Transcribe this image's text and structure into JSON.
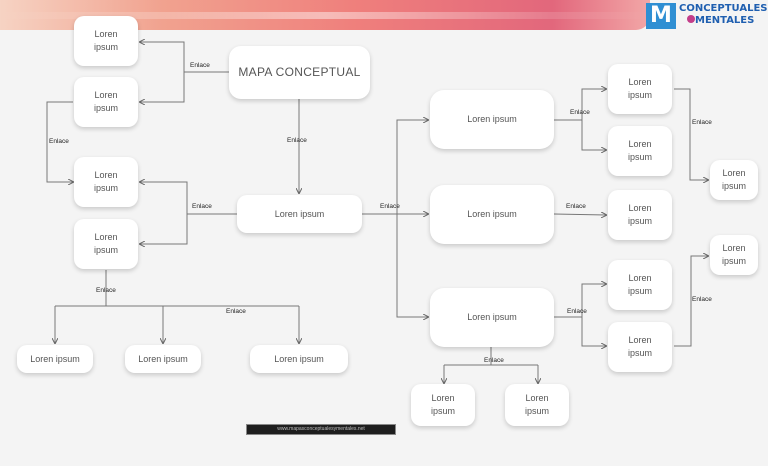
{
  "logo": {
    "letter": "M",
    "line1": "CONCEPTUALES",
    "line2": "MENTALES"
  },
  "main_title": "MAPA CONCEPTUAL",
  "link_label": "Enlace",
  "node_text_two_line": "Loren\nipsum",
  "node_text_one_line": "Loren ipsum",
  "footer_text": "www.mapasconceptualesymentales.net"
}
